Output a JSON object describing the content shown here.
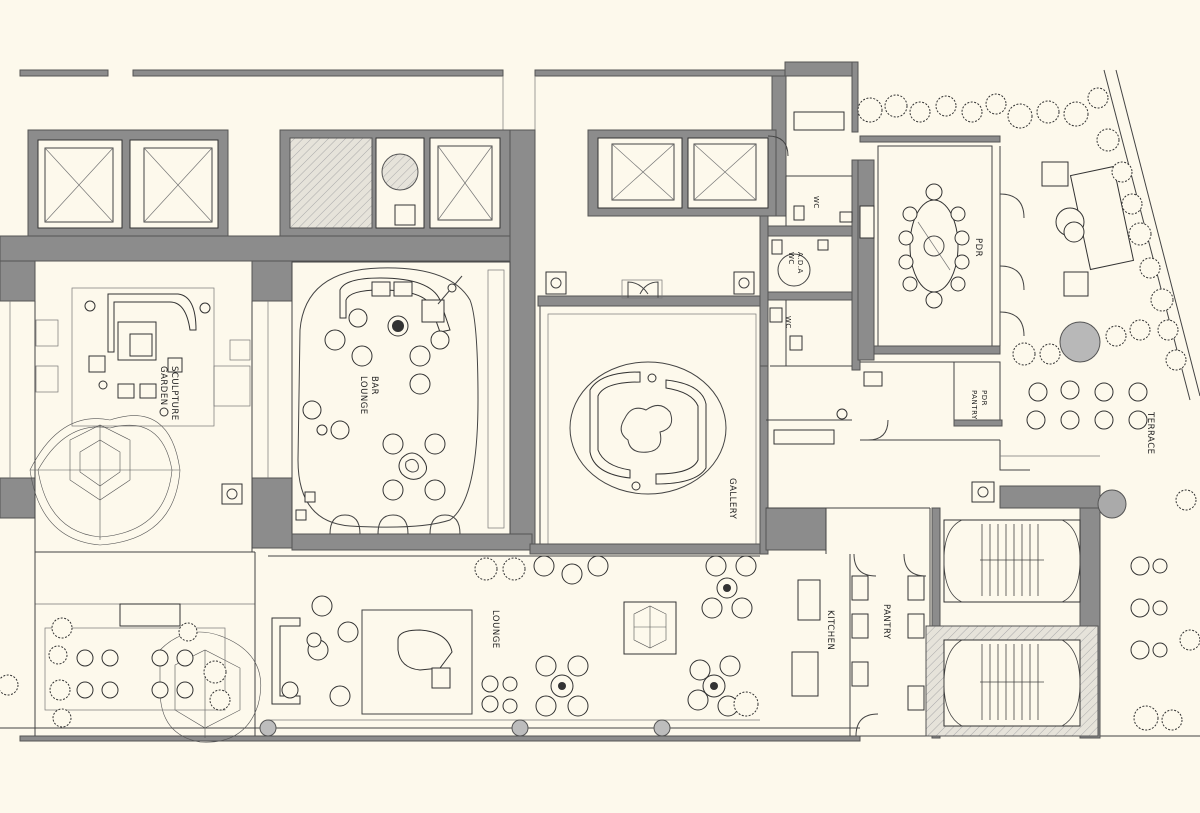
{
  "rooms": {
    "sculpture_garden": "SCULPTURE\nGARDEN",
    "bar_lounge": "BAR\nLOUNGE",
    "gallery": "GALLERY",
    "lounge": "LOUNGE",
    "kitchen": "KITCHEN",
    "pantry": "PANTRY",
    "pdr": "PDR",
    "pdr_pantry": "PDR\nPANTRY",
    "terrace": "TERRACE",
    "ada_wc": "A.D.A\nWC",
    "wc_1": "WC",
    "wc_2": "WC"
  },
  "colors": {
    "background": "#fdf9ec",
    "wall": "#8c8c8c",
    "ink": "#333333"
  }
}
